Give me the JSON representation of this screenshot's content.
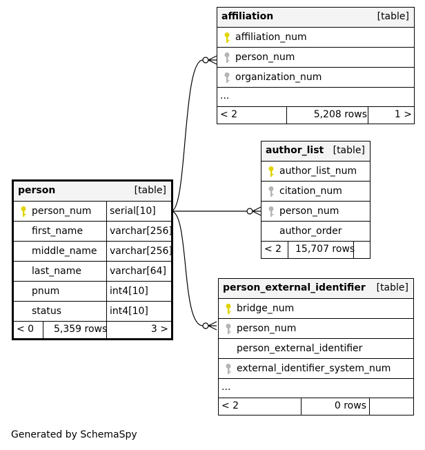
{
  "tables": {
    "affiliation": {
      "name": "affiliation",
      "kind": "[table]",
      "columns": [
        {
          "name": "affiliation_num",
          "key": "primary"
        },
        {
          "name": "person_num",
          "key": "foreign"
        },
        {
          "name": "organization_num",
          "key": "foreign"
        }
      ],
      "more": "...",
      "footer": {
        "left": "< 2",
        "rows": "5,208 rows",
        "right": "1 >"
      }
    },
    "author_list": {
      "name": "author_list",
      "kind": "[table]",
      "columns": [
        {
          "name": "author_list_num",
          "key": "primary"
        },
        {
          "name": "citation_num",
          "key": "foreign"
        },
        {
          "name": "person_num",
          "key": "foreign"
        },
        {
          "name": "author_order",
          "key": "none"
        }
      ],
      "footer": {
        "left": "< 2",
        "rows": "15,707 rows",
        "right": ""
      }
    },
    "person": {
      "name": "person",
      "kind": "[table]",
      "columns": [
        {
          "name": "person_num",
          "type": "serial[10]",
          "key": "primary"
        },
        {
          "name": "first_name",
          "type": "varchar[256]",
          "key": "none"
        },
        {
          "name": "middle_name",
          "type": "varchar[256]",
          "key": "none"
        },
        {
          "name": "last_name",
          "type": "varchar[64]",
          "key": "none"
        },
        {
          "name": "pnum",
          "type": "int4[10]",
          "key": "none"
        },
        {
          "name": "status",
          "type": "int4[10]",
          "key": "none"
        }
      ],
      "footer": {
        "left": "< 0",
        "rows": "5,359 rows",
        "right": "3 >"
      }
    },
    "person_external_identifier": {
      "name": "person_external_identifier",
      "kind": "[table]",
      "columns": [
        {
          "name": "bridge_num",
          "key": "primary"
        },
        {
          "name": "person_num",
          "key": "foreign"
        },
        {
          "name": "person_external_identifier",
          "key": "none"
        },
        {
          "name": "external_identifier_system_num",
          "key": "foreign"
        }
      ],
      "more": "...",
      "footer": {
        "left": "< 2",
        "rows": "0 rows",
        "right": ""
      }
    }
  },
  "colors": {
    "primary_key": "#e0d400",
    "foreign_key": "#b4b4b4",
    "header_bg": "#f4f4f4"
  },
  "credit": "Generated by SchemaSpy"
}
